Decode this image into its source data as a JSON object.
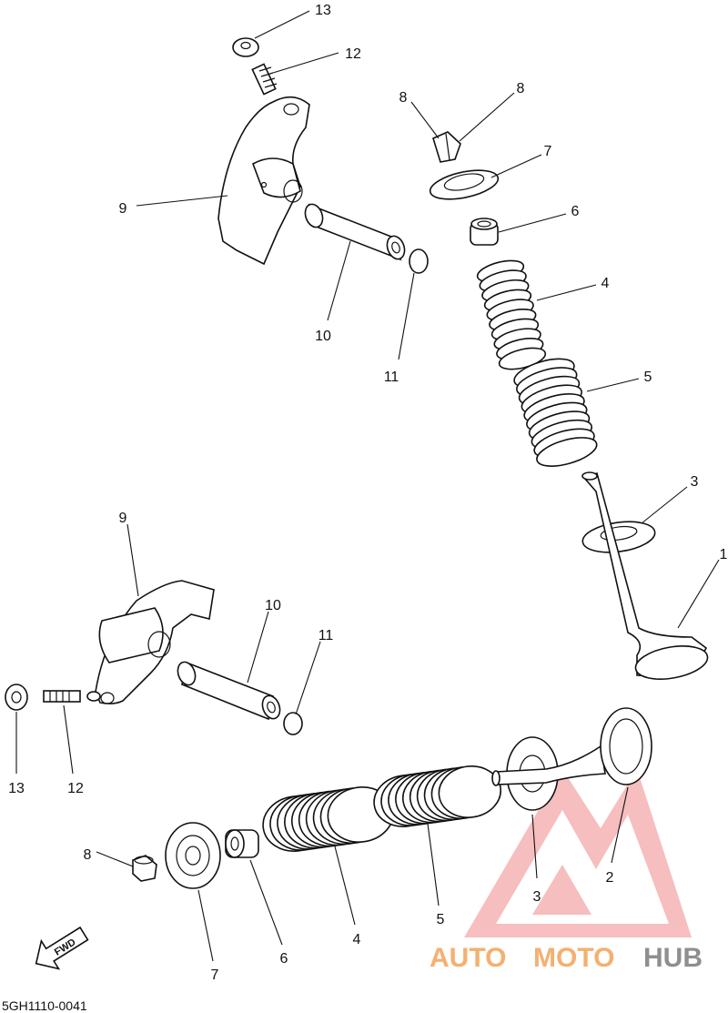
{
  "diagram_code": "5GH1110-0041",
  "fwd_label": "FWD",
  "watermark": {
    "part1": "AUTO",
    "part2": "MOTO",
    "part3": "HUB",
    "color_main": "#f4a86a",
    "color_accent": "#f08a8a",
    "color_hub": "#9a9a9a"
  },
  "callouts": {
    "top": [
      "13",
      "12",
      "9",
      "10",
      "11",
      "8",
      "8",
      "7",
      "6",
      "4",
      "5",
      "3",
      "1"
    ],
    "bottom": [
      "9",
      "10",
      "11",
      "13",
      "12",
      "8",
      "7",
      "6",
      "4",
      "5",
      "3",
      "2"
    ]
  }
}
